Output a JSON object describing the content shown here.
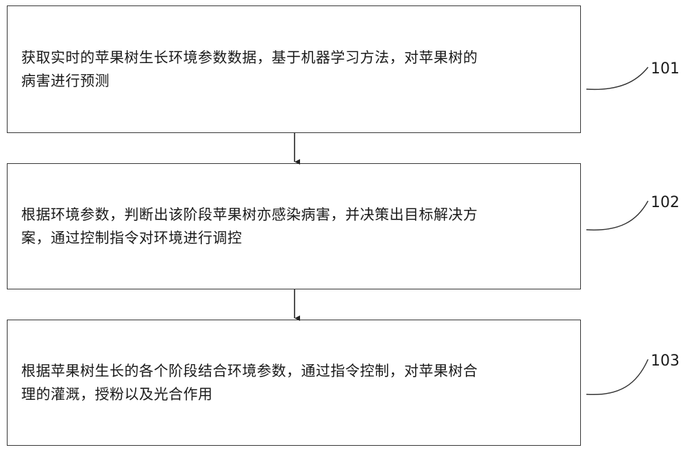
{
  "flowchart": {
    "steps": [
      {
        "text": "获取实时的苹果树生长环境参数数据，基于机器学习方法，对苹果树的\n病害进行预测",
        "ref": "101"
      },
      {
        "text": "根据环境参数，判断出该阶段苹果树亦感染病害，并决策出目标解决方\n案，通过控制指令对环境进行调控",
        "ref": "102"
      },
      {
        "text": "根据苹果树生长的各个阶段结合环境参数，通过指令控制，对苹果树合\n理的灌溉，授粉以及光合作用",
        "ref": "103"
      }
    ]
  }
}
